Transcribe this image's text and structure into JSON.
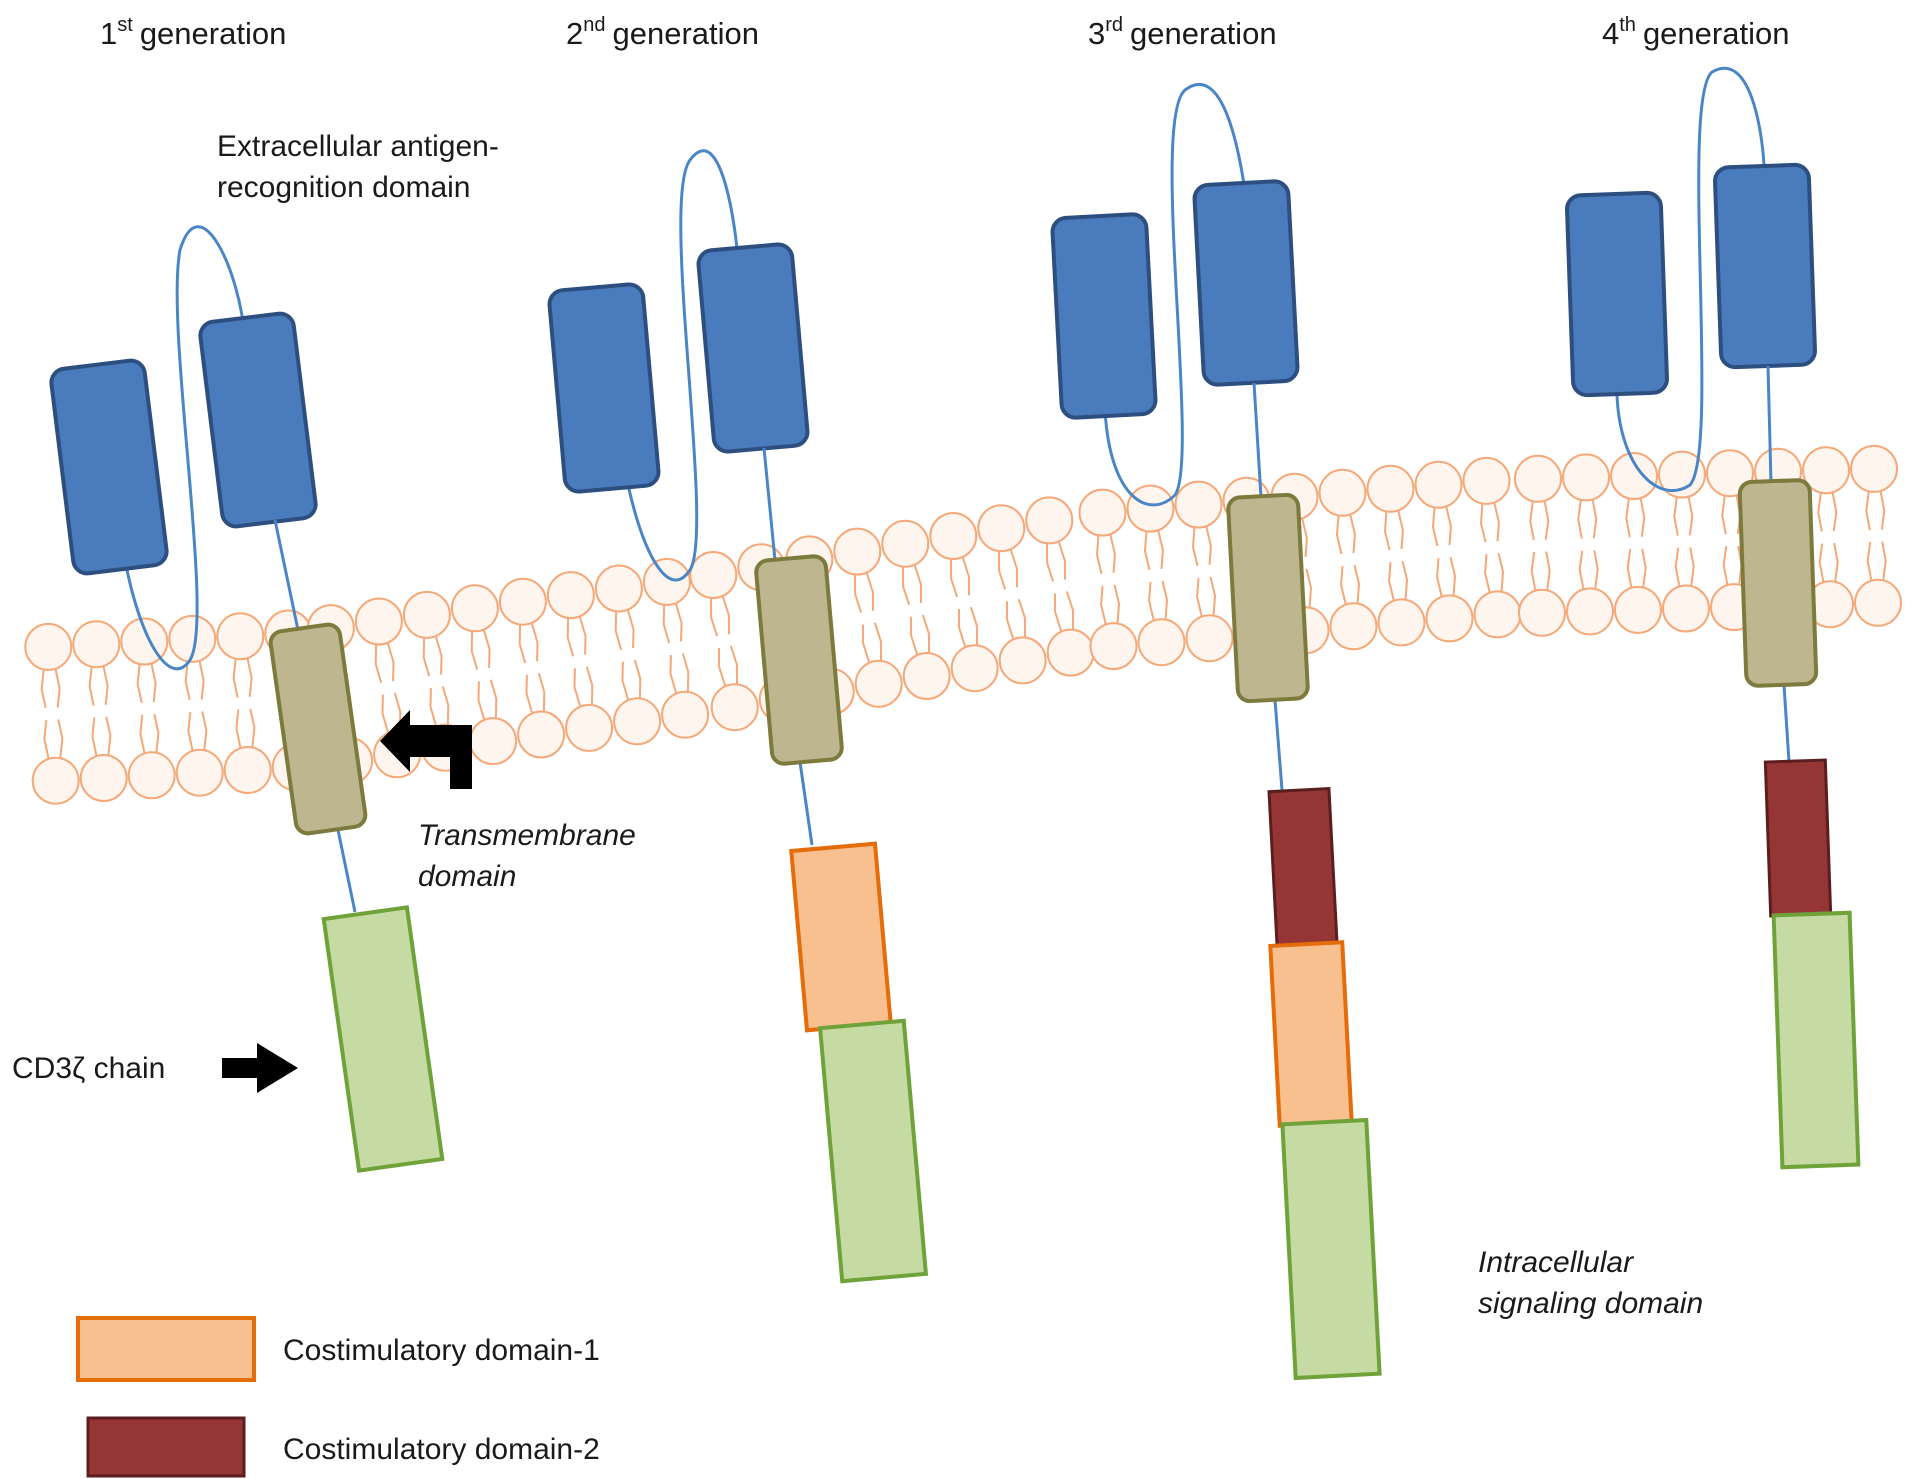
{
  "generations": [
    {
      "ordinal": "1",
      "suffix": "st",
      "word": "generation"
    },
    {
      "ordinal": "2",
      "suffix": "nd",
      "word": "generation"
    },
    {
      "ordinal": "3",
      "suffix": "rd",
      "word": "generation"
    },
    {
      "ordinal": "4",
      "suffix": "th",
      "word": "generation"
    }
  ],
  "labels": {
    "extracellular_line1": "Extracellular antigen-",
    "extracellular_line2": "recognition domain",
    "transmembrane_line1": "Transmembrane",
    "transmembrane_line2": "domain",
    "cd3z": "CD3ζ chain",
    "intracellular_line1": "Intracellular",
    "intracellular_line2": "signaling domain"
  },
  "legend": {
    "costim1": "Costimulatory domain-1",
    "costim2": "Costimulatory domain-2"
  },
  "colors": {
    "scfv_fill": "#4a7bbd",
    "scfv_stroke": "#2c4f80",
    "linker": "#4a86c5",
    "transmembrane_fill": "#bdb68e",
    "transmembrane_stroke": "#7c7a3c",
    "costim1_fill": "#f9c08f",
    "costim1_stroke": "#e46c0a",
    "costim2_fill": "#953535",
    "costim2_stroke": "#5a1e1e",
    "cd3z_fill": "#c6dba3",
    "cd3z_stroke": "#6fa33a",
    "membrane": "#f5a878",
    "membrane_fill": "#fff5ef",
    "arrow": "#000000"
  }
}
